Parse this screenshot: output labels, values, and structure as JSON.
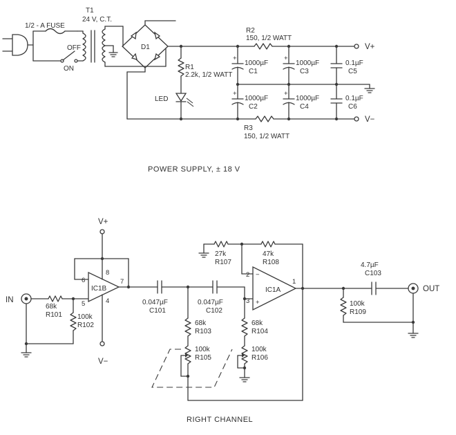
{
  "power_supply": {
    "fuse": "1/2 - A FUSE",
    "transformer_ref": "T1",
    "transformer_spec": "24 V, C.T.",
    "switch_off": "OFF",
    "switch_on": "ON",
    "bridge_ref": "D1",
    "r1_ref": "R1",
    "r1_value": "2.2k, 1/2 WATT",
    "led": "LED",
    "r2_ref": "R2",
    "r2_value": "150, 1/2 WATT",
    "r3_ref": "R3",
    "r3_value": "150, 1/2 WATT",
    "c1_value": "1000µF",
    "c1_ref": "C1",
    "c2_value": "1000µF",
    "c2_ref": "C2",
    "c3_value": "1000µF",
    "c3_ref": "C3",
    "c4_value": "1000µF",
    "c4_ref": "C4",
    "c5_value": "0.1µF",
    "c5_ref": "C5",
    "c6_value": "0.1µF",
    "c6_ref": "C6",
    "vplus": "V+",
    "vminus": "V−",
    "caption": "POWER SUPPLY, ± 18 V"
  },
  "right_channel": {
    "vplus": "V+",
    "vminus": "V−",
    "input": "IN",
    "output": "OUT",
    "r101_value": "68k",
    "r101_ref": "R101",
    "r102_value": "100k",
    "r102_ref": "R102",
    "ic1b_ref": "IC1B",
    "ic1b_pin6": "6",
    "ic1b_pin8": "8",
    "ic1b_pin7": "7",
    "ic1b_pin5": "5",
    "ic1b_pin4": "4",
    "c101_value": "0.047µF",
    "c101_ref": "C101",
    "c102_value": "0.047µF",
    "c102_ref": "C102",
    "r103_value": "68k",
    "r103_ref": "R103",
    "r104_value": "68k",
    "r104_ref": "R104",
    "r105_value": "100k",
    "r105_ref": "R105",
    "r106_value": "100k",
    "r106_ref": "R106",
    "r107_value": "27k",
    "r107_ref": "R107",
    "r108_value": "47k",
    "r108_ref": "R108",
    "ic1a_ref": "IC1A",
    "ic1a_pin2": "2",
    "ic1a_pin3": "3",
    "ic1a_pin1": "1",
    "ic1a_minus": "−",
    "ic1a_plus": "+",
    "c103_value": "4.7µF",
    "c103_ref": "C103",
    "r109_value": "100k",
    "r109_ref": "R109",
    "caption": "RIGHT CHANNEL"
  }
}
